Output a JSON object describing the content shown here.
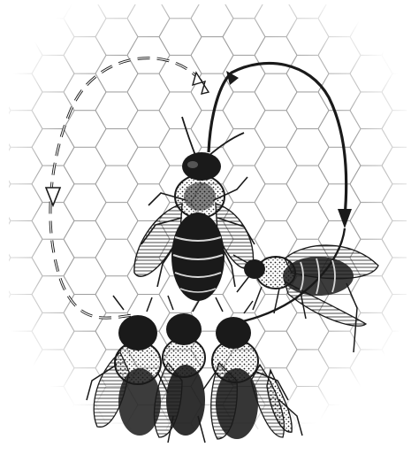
{
  "figure": {
    "subject": "bee-waggle-dance-illustration",
    "background_color": "#ffffff",
    "ink_color": "#1a1a1a",
    "comb_color": "#9a9a9a",
    "dancer": {
      "icon": "dancing-bee-icon"
    },
    "observer_bees": {
      "icon": "follower-bee-icon",
      "count": 4
    },
    "paths": {
      "waggle_run": {
        "style": "solid"
      },
      "return_right": {
        "style": "solid-arrow"
      },
      "return_left": {
        "style": "dashed-open-arrow"
      }
    }
  }
}
